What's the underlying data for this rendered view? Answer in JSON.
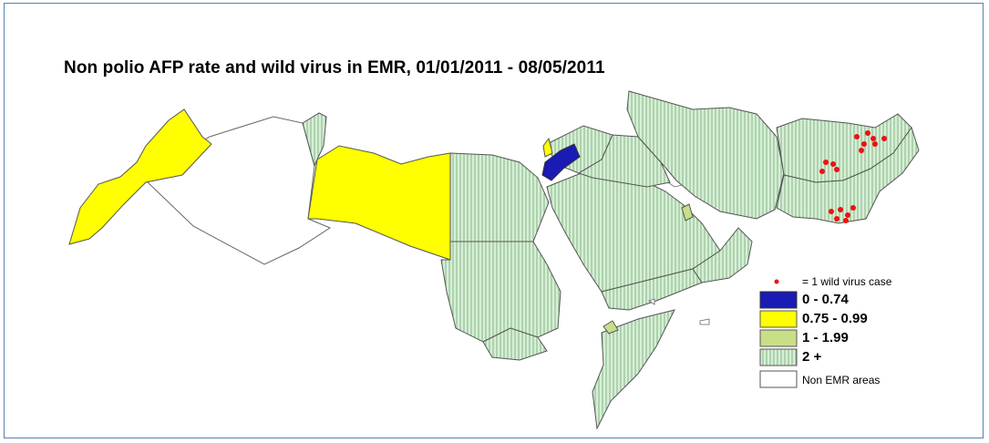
{
  "title": "Non polio AFP rate and wild virus  in EMR, 01/01/2011 - 08/05/2011",
  "legend": {
    "case_note": "= 1 wild virus case",
    "classes": [
      {
        "label": "0 - 0.74",
        "color": "#1a1ab4"
      },
      {
        "label": "0.75 - 0.99",
        "color": "#ffff00"
      },
      {
        "label": "1 - 1.99",
        "color": "#c8df88"
      },
      {
        "label": "2 +",
        "color": "#c9e6c9"
      }
    ],
    "non_emr": "Non EMR areas"
  },
  "colors": {
    "frame": "#5b7fb0",
    "case_dot": "#ee1111",
    "outline": "#555555",
    "hatch": "#c9e6c9"
  }
}
